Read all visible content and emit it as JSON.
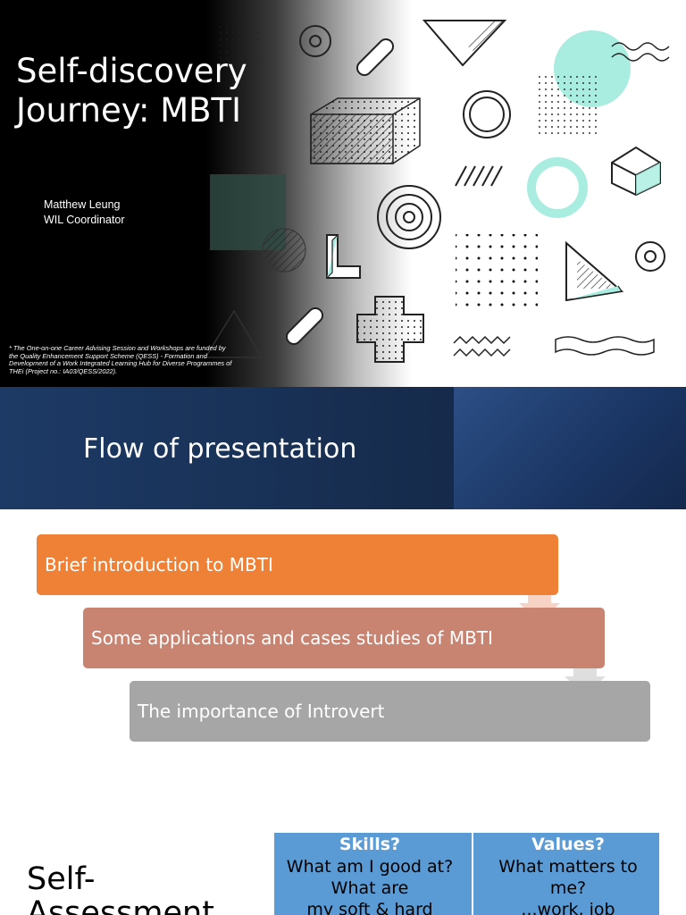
{
  "slide1": {
    "title_line1": "Self-discovery",
    "title_line2": "Journey: MBTI",
    "author_name": "Matthew Leung",
    "author_role": "WIL Coordinator",
    "footnote": "* The One-on-one Career Advising Session and Workshops are funded by the Quality Enhancement Support Scheme (QESS) - Formation and Development of a Work Integrated Learning Hub for Diverse Programmes of THEi (Project no.: IA03/QESS/2022)."
  },
  "slide2": {
    "title": "Flow of presentation"
  },
  "slide3": {
    "steps": [
      {
        "label": "Brief introduction to MBTI",
        "color": "#ee8136"
      },
      {
        "label": "Some applications and cases studies of MBTI",
        "color": "#c98371"
      },
      {
        "label": "The importance of Introvert",
        "color": "#a6a6a6"
      }
    ]
  },
  "slide4": {
    "title_line1": "Self-",
    "title_line2": "Assessment",
    "skills": {
      "heading": "Skills?",
      "line1": "What am I good at?",
      "line2": "What are",
      "line3": "my soft & hard"
    },
    "values": {
      "heading": "Values?",
      "line1": "What matters to",
      "line2": "me?",
      "line3": "...work, job"
    }
  },
  "colors": {
    "accent_mint": "#a8ede0",
    "slide2_navy": "#1d3a66",
    "table_blue": "#5b9bd5"
  }
}
